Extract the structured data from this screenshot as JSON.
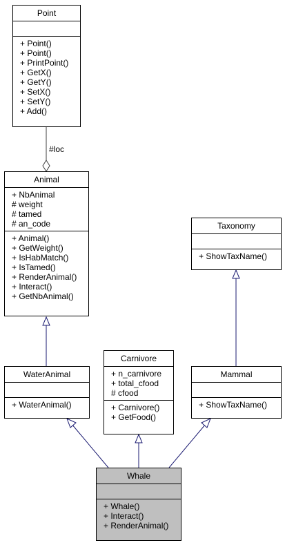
{
  "diagram": {
    "classes": {
      "point": {
        "name": "Point",
        "attributes": [],
        "methods": [
          "+ Point()",
          "+ Point()",
          "+ PrintPoint()",
          "+ GetX()",
          "+ GetY()",
          "+ SetX()",
          "+ SetY()",
          "+ Add()"
        ]
      },
      "animal": {
        "name": "Animal",
        "attributes": [
          "+ NbAnimal",
          "# weight",
          "# tamed",
          "# an_code"
        ],
        "methods": [
          "+ Animal()",
          "+ GetWeight()",
          "+ IsHabMatch()",
          "+ IsTamed()",
          "+ RenderAnimal()",
          "+ Interact()",
          "+ GetNbAnimal()"
        ]
      },
      "taxonomy": {
        "name": "Taxonomy",
        "attributes": [],
        "methods": [
          "+ ShowTaxName()"
        ]
      },
      "water_animal": {
        "name": "WaterAnimal",
        "attributes": [],
        "methods": [
          "+ WaterAnimal()"
        ]
      },
      "carnivore": {
        "name": "Carnivore",
        "attributes": [
          "+ n_carnivore",
          "+ total_cfood",
          "# cfood"
        ],
        "methods": [
          "+ Carnivore()",
          "+ GetFood()"
        ]
      },
      "mammal": {
        "name": "Mammal",
        "attributes": [],
        "methods": [
          "+ ShowTaxName()"
        ]
      },
      "whale": {
        "name": "Whale",
        "attributes": [],
        "methods": [
          "+ Whale()",
          "+ Interact()",
          "+ RenderAnimal()"
        ]
      }
    },
    "relations": [
      {
        "from": "point",
        "to": "animal",
        "kind": "aggregation",
        "label": "#loc"
      },
      {
        "from": "water_animal",
        "to": "animal",
        "kind": "inheritance"
      },
      {
        "from": "mammal",
        "to": "taxonomy",
        "kind": "inheritance"
      },
      {
        "from": "whale",
        "to": "water_animal",
        "kind": "inheritance"
      },
      {
        "from": "whale",
        "to": "carnivore",
        "kind": "inheritance"
      },
      {
        "from": "whale",
        "to": "mammal",
        "kind": "inheritance"
      }
    ],
    "colors": {
      "inheritance_edge": "#191970",
      "aggregation_edge": "#404040",
      "highlight_fill": "#bfbfbf",
      "border": "#000000"
    }
  }
}
